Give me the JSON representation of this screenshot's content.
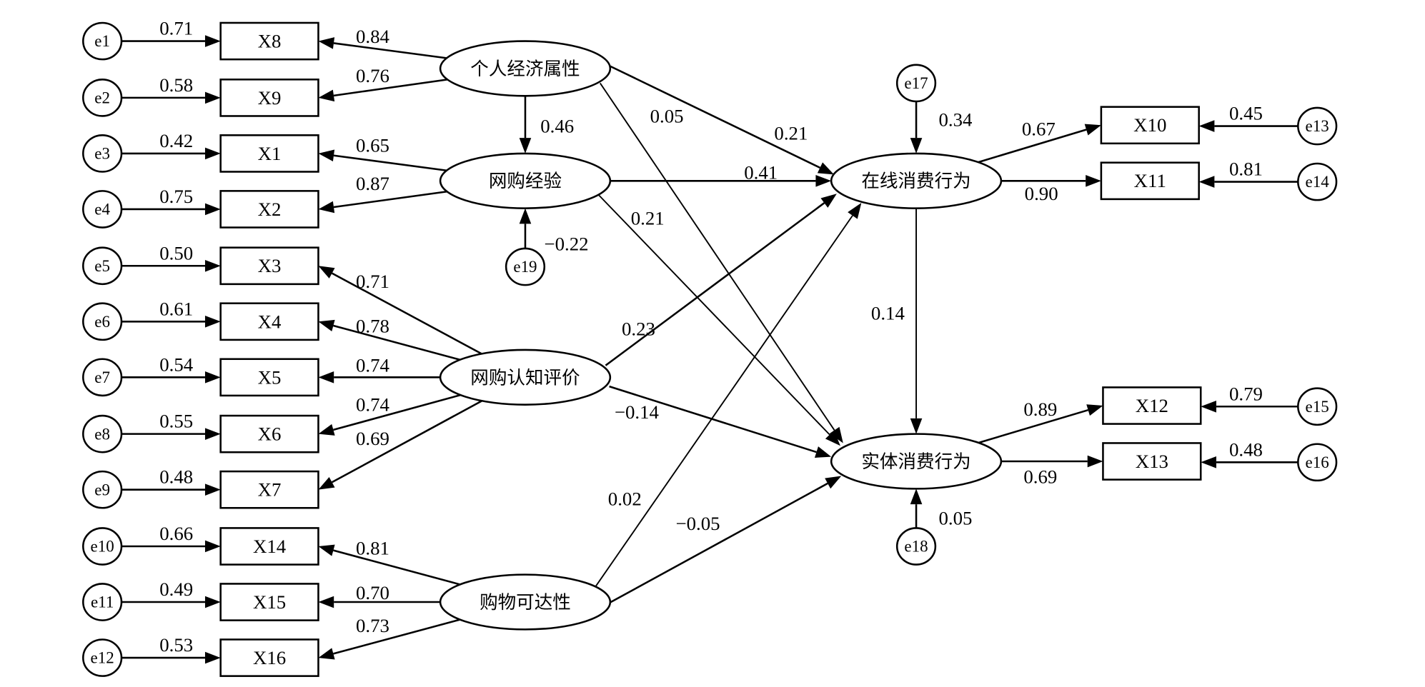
{
  "title": "",
  "latent_factors": [
    {
      "id": "F1",
      "label": "个人经济属性"
    },
    {
      "id": "F2",
      "label": "网购经验"
    },
    {
      "id": "F3",
      "label": "网购认知评价"
    },
    {
      "id": "F4",
      "label": "购物可达性"
    },
    {
      "id": "Y1",
      "label": "在线消费行为"
    },
    {
      "id": "Y2",
      "label": "实体消费行为"
    }
  ],
  "observed": [
    {
      "id": "X8",
      "label": "X8",
      "error": "e1",
      "error_loading": "0.71",
      "factor": "F1",
      "loading": "0.84"
    },
    {
      "id": "X9",
      "label": "X9",
      "error": "e2",
      "error_loading": "0.58",
      "factor": "F1",
      "loading": "0.76"
    },
    {
      "id": "X1",
      "label": "X1",
      "error": "e3",
      "error_loading": "0.42",
      "factor": "F2",
      "loading": "0.65"
    },
    {
      "id": "X2",
      "label": "X2",
      "error": "e4",
      "error_loading": "0.75",
      "factor": "F2",
      "loading": "0.87"
    },
    {
      "id": "X3",
      "label": "X3",
      "error": "e5",
      "error_loading": "0.50",
      "factor": "F3",
      "loading": "0.71"
    },
    {
      "id": "X4",
      "label": "X4",
      "error": "e6",
      "error_loading": "0.61",
      "factor": "F3",
      "loading": "0.78"
    },
    {
      "id": "X5",
      "label": "X5",
      "error": "e7",
      "error_loading": "0.54",
      "factor": "F3",
      "loading": "0.74"
    },
    {
      "id": "X6",
      "label": "X6",
      "error": "e8",
      "error_loading": "0.55",
      "factor": "F3",
      "loading": "0.74"
    },
    {
      "id": "X7",
      "label": "X7",
      "error": "e9",
      "error_loading": "0.48",
      "factor": "F3",
      "loading": "0.69"
    },
    {
      "id": "X14",
      "label": "X14",
      "error": "e10",
      "error_loading": "0.66",
      "factor": "F4",
      "loading": "0.81"
    },
    {
      "id": "X15",
      "label": "X15",
      "error": "e11",
      "error_loading": "0.49",
      "factor": "F4",
      "loading": "0.70"
    },
    {
      "id": "X16",
      "label": "X16",
      "error": "e12",
      "error_loading": "0.53",
      "factor": "F4",
      "loading": "0.73"
    },
    {
      "id": "X10",
      "label": "X10",
      "error": "e13",
      "error_loading": "0.45",
      "factor": "Y1",
      "loading": "0.67"
    },
    {
      "id": "X11",
      "label": "X11",
      "error": "e14",
      "error_loading": "0.81",
      "factor": "Y1",
      "loading": "0.90"
    },
    {
      "id": "X12",
      "label": "X12",
      "error": "e15",
      "error_loading": "0.79",
      "factor": "Y2",
      "loading": "0.89"
    },
    {
      "id": "X13",
      "label": "X13",
      "error": "e16",
      "error_loading": "0.48",
      "factor": "Y2",
      "loading": "0.69"
    }
  ],
  "disturbances": [
    {
      "id": "e17",
      "target": "Y1",
      "value": "0.34"
    },
    {
      "id": "e18",
      "target": "Y2",
      "value": "0.05"
    },
    {
      "id": "e19",
      "target": "F2",
      "value": "−0.22"
    }
  ],
  "paths": [
    {
      "from": "F1",
      "to": "F2",
      "value": "0.46"
    },
    {
      "from": "F1",
      "to": "Y1",
      "value": "0.21"
    },
    {
      "from": "F1",
      "to": "Y2",
      "value": "0.05"
    },
    {
      "from": "F2",
      "to": "Y1",
      "value": "0.41"
    },
    {
      "from": "F2",
      "to": "Y2",
      "value": "0.21"
    },
    {
      "from": "F3",
      "to": "Y1",
      "value": "0.23"
    },
    {
      "from": "F3",
      "to": "Y2",
      "value": "−0.14"
    },
    {
      "from": "F4",
      "to": "Y1",
      "value": "0.02"
    },
    {
      "from": "F4",
      "to": "Y2",
      "value": "−0.05"
    },
    {
      "from": "Y1",
      "to": "Y2",
      "value": "0.14"
    }
  ]
}
